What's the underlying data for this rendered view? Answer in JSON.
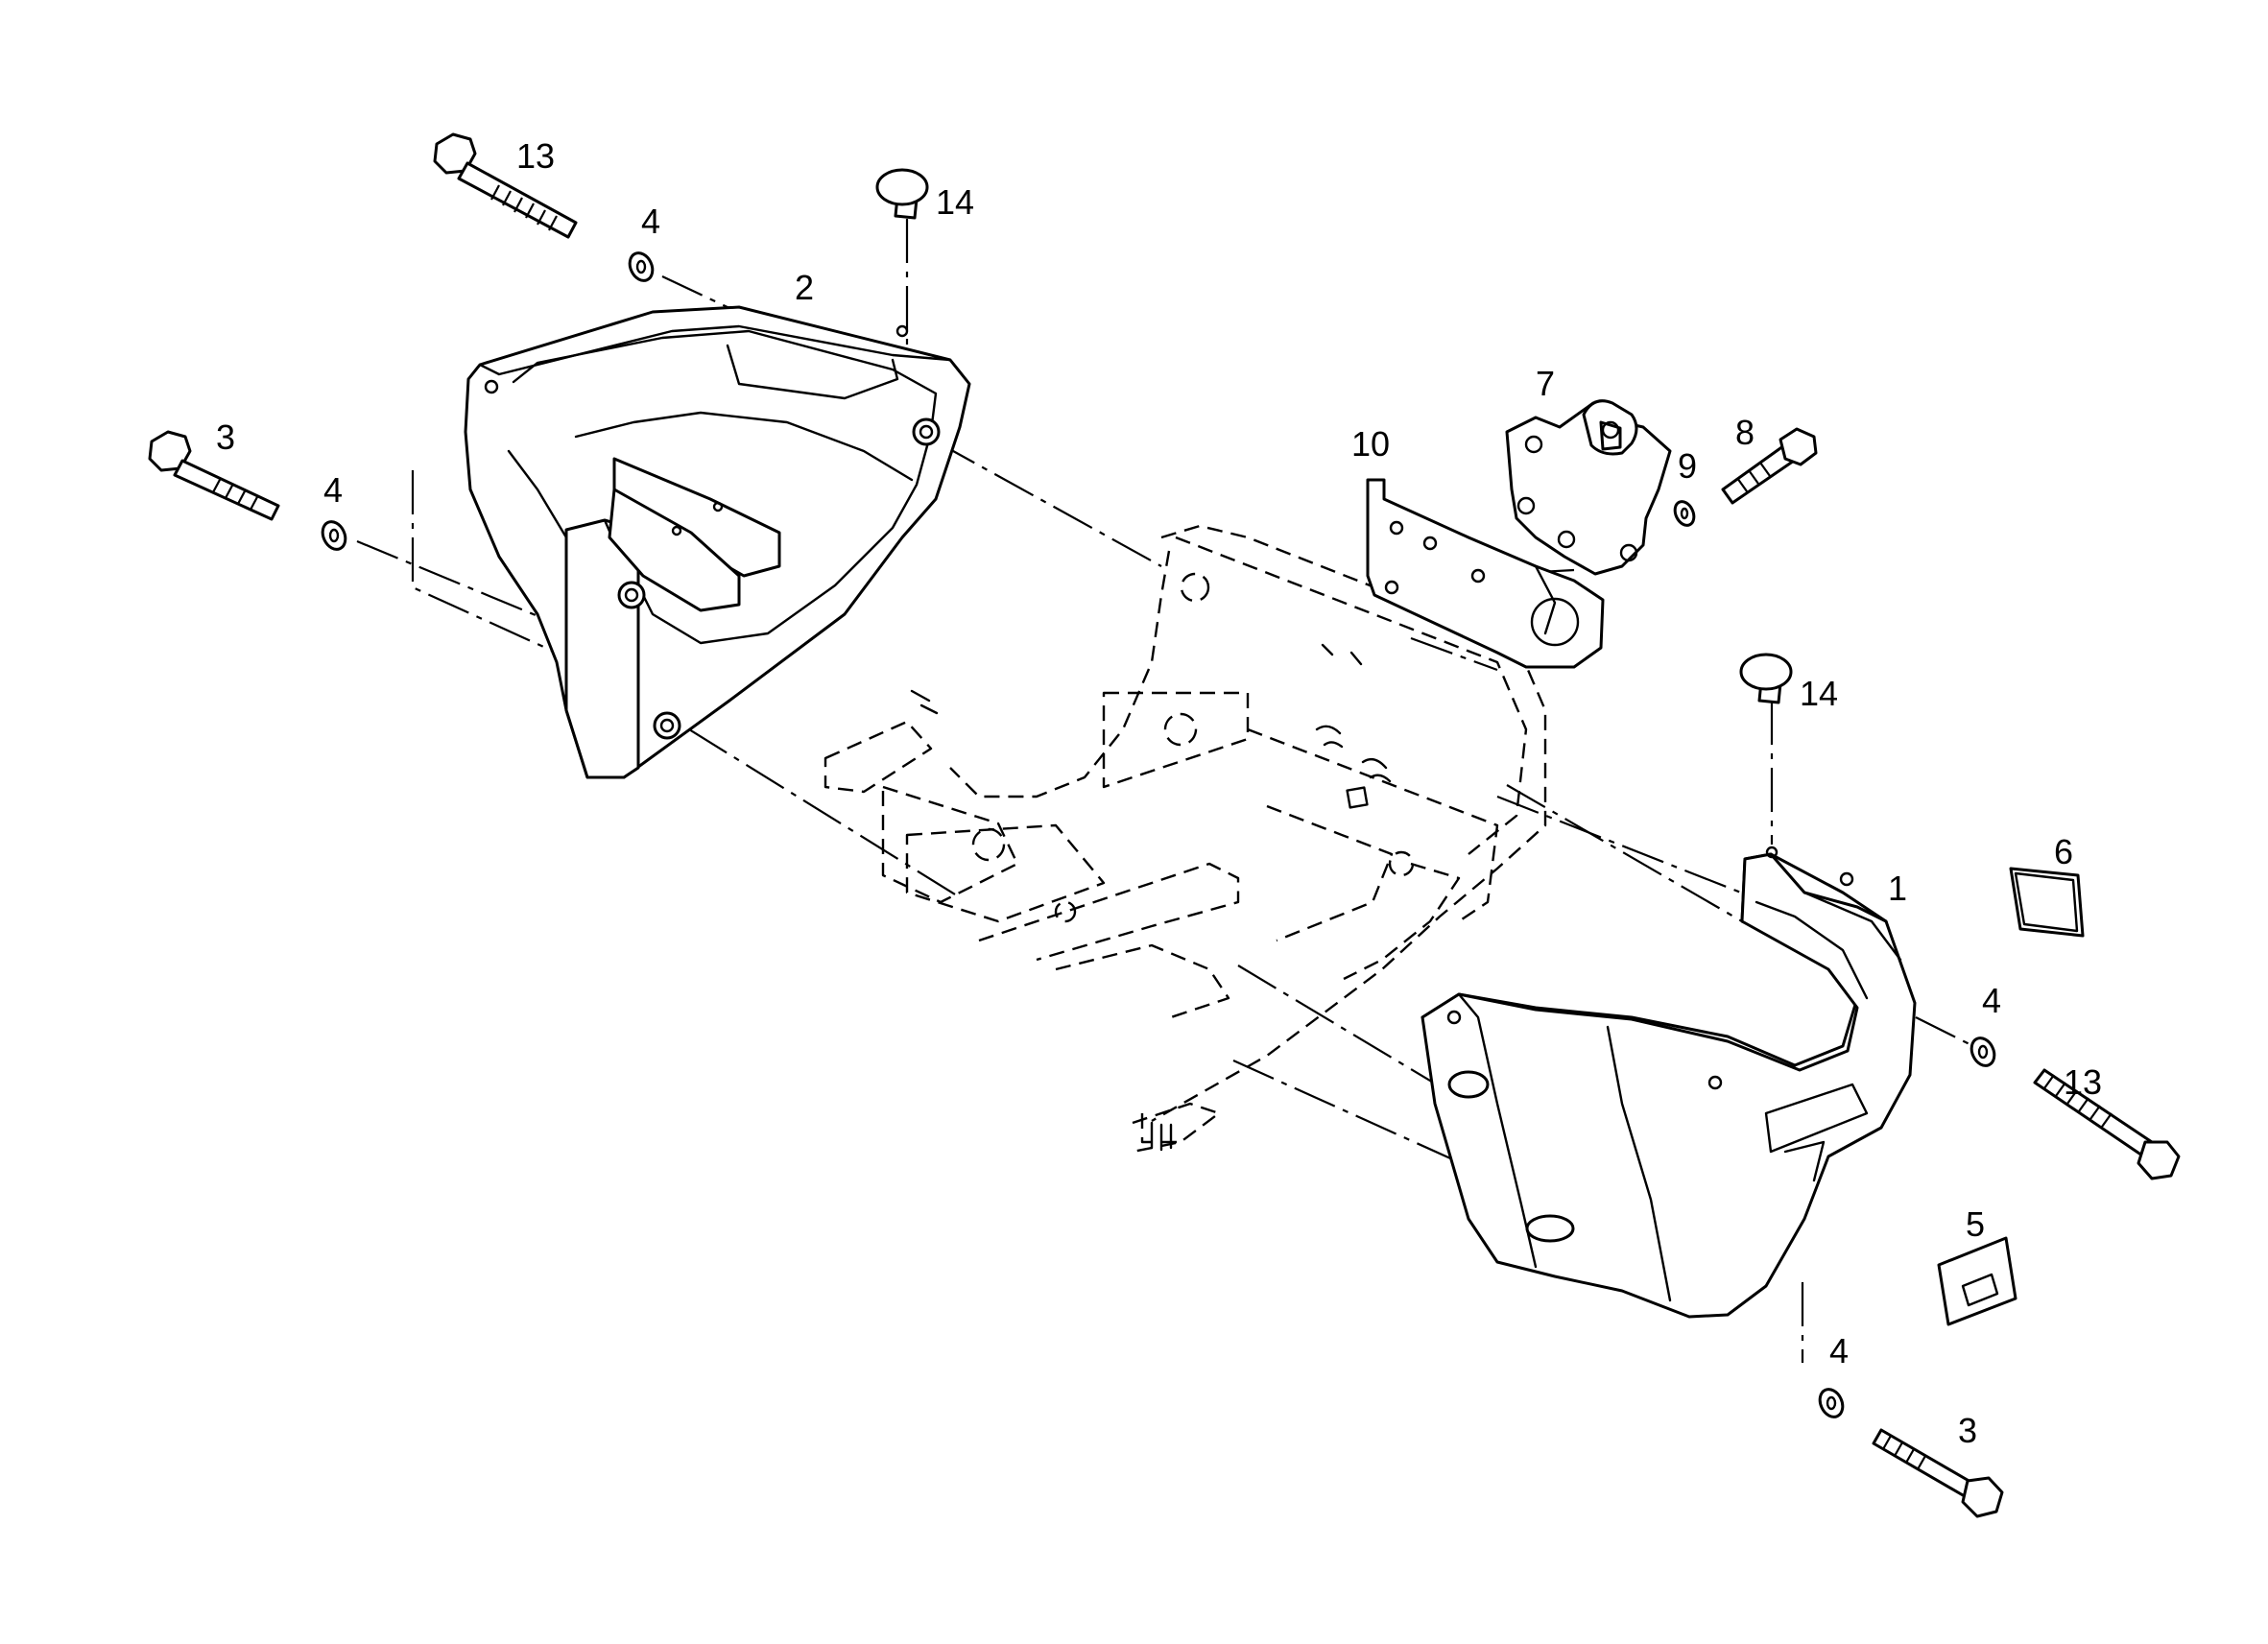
{
  "callouts": [
    {
      "id": "c13a",
      "text": "13"
    },
    {
      "id": "c4a",
      "text": "4"
    },
    {
      "id": "c14a",
      "text": "14"
    },
    {
      "id": "c2",
      "text": "2"
    },
    {
      "id": "c3a",
      "text": "3"
    },
    {
      "id": "c4b",
      "text": "4"
    },
    {
      "id": "c7",
      "text": "7"
    },
    {
      "id": "c10",
      "text": "10"
    },
    {
      "id": "c8",
      "text": "8"
    },
    {
      "id": "c9",
      "text": "9"
    },
    {
      "id": "c14b",
      "text": "14"
    },
    {
      "id": "c6",
      "text": "6"
    },
    {
      "id": "c1",
      "text": "1"
    },
    {
      "id": "c4c",
      "text": "4"
    },
    {
      "id": "c13b",
      "text": "13"
    },
    {
      "id": "c5",
      "text": "5"
    },
    {
      "id": "c4d",
      "text": "4"
    },
    {
      "id": "c3b",
      "text": "3"
    }
  ]
}
